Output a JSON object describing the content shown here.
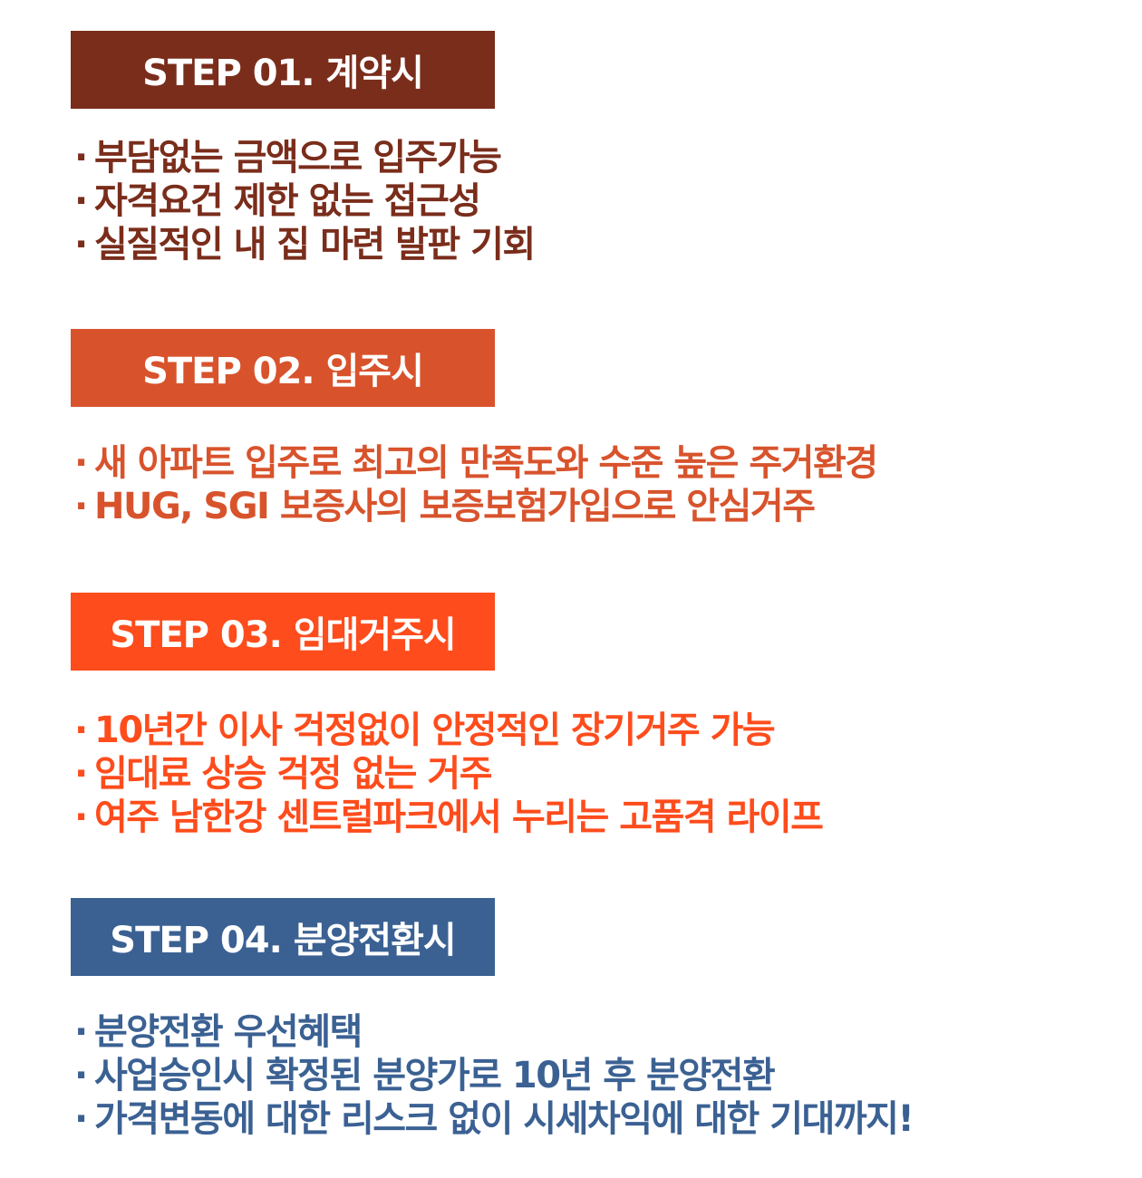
{
  "steps": [
    {
      "title": "STEP 01.  계약시",
      "color": "#7a2d1b",
      "items": [
        "부담없는 금액으로 입주가능",
        "자격요건 제한 없는 접근성",
        "실질적인 내 집 마련 발판 기회"
      ]
    },
    {
      "title": "STEP 02.  입주시",
      "color": "#d8532c",
      "items": [
        "새 아파트 입주로 최고의 만족도와 수준 높은 주거환경",
        "HUG, SGI 보증사의 보증보험가입으로 안심거주"
      ]
    },
    {
      "title": "STEP 03.  임대거주시",
      "color": "#fe4c1c",
      "items": [
        "10년간 이사 걱정없이 안정적인 장기거주 가능",
        "임대료 상승 걱정 없는 거주",
        "여주 남한강 센트럴파크에서 누리는 고품격 라이프"
      ]
    },
    {
      "title": "STEP 04.  분양전환시",
      "color": "#3b6193",
      "items": [
        "분양전환 우선혜택",
        "사업승인시 확정된 분양가로 10년 후 분양전환",
        "가격변동에 대한 리스크 없이 시세차익에 대한 기대까지!"
      ]
    }
  ]
}
